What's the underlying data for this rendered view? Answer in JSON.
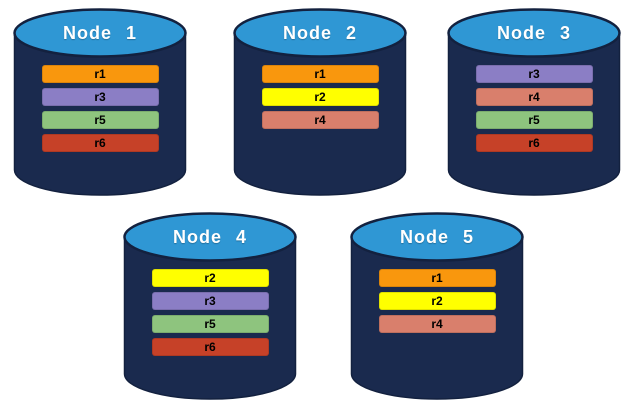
{
  "diagram": {
    "description": "Five database nodes (cylinders) showing distribution of replicas r1-r6",
    "colors": {
      "background": "#FFFFFF",
      "cylinder_body": "#1A2A4E",
      "cylinder_top": "#2F97D4",
      "cylinder_outline": "#13213F",
      "title_text": "#FFFFFF",
      "replica_text": "#000000"
    },
    "replica_colors": {
      "r1": "#F9970D",
      "r2": "#FFFF00",
      "r3": "#8B7EC5",
      "r4": "#D97F6C",
      "r5": "#8EC47E",
      "r6": "#C64128"
    },
    "nodes": [
      {
        "name": "Node 1",
        "replicas": [
          {
            "id": "r1",
            "color": "#F9970D"
          },
          {
            "id": "r3",
            "color": "#8B7EC5"
          },
          {
            "id": "r5",
            "color": "#8EC47E"
          },
          {
            "id": "r6",
            "color": "#C64128"
          }
        ]
      },
      {
        "name": "Node 2",
        "replicas": [
          {
            "id": "r1",
            "color": "#F9970D"
          },
          {
            "id": "r2",
            "color": "#FFFF00"
          },
          {
            "id": "r4",
            "color": "#D97F6C"
          }
        ]
      },
      {
        "name": "Node 3",
        "replicas": [
          {
            "id": "r3",
            "color": "#8B7EC5"
          },
          {
            "id": "r4",
            "color": "#D97F6C"
          },
          {
            "id": "r5",
            "color": "#8EC47E"
          },
          {
            "id": "r6",
            "color": "#C64128"
          }
        ]
      },
      {
        "name": "Node 4",
        "replicas": [
          {
            "id": "r2",
            "color": "#FFFF00"
          },
          {
            "id": "r3",
            "color": "#8B7EC5"
          },
          {
            "id": "r5",
            "color": "#8EC47E"
          },
          {
            "id": "r6",
            "color": "#C64128"
          }
        ]
      },
      {
        "name": "Node 5",
        "replicas": [
          {
            "id": "r1",
            "color": "#F9970D"
          },
          {
            "id": "r2",
            "color": "#FFFF00"
          },
          {
            "id": "r4",
            "color": "#D97F6C"
          }
        ]
      }
    ]
  }
}
